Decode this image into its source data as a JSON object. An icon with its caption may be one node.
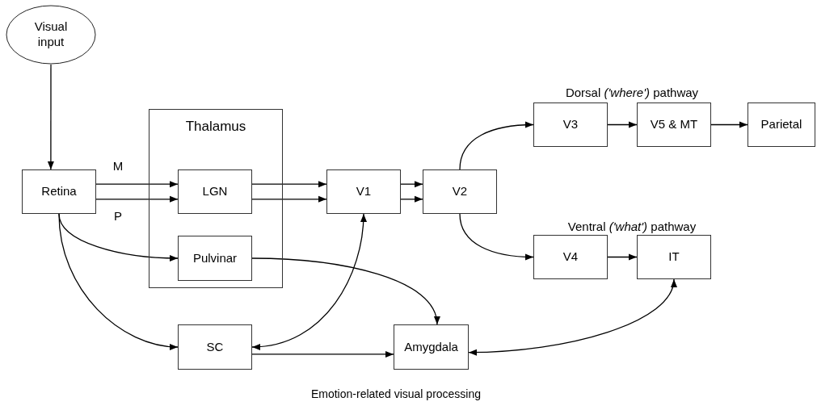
{
  "diagram": {
    "caption": "Emotion-related visual processing",
    "nodes": [
      {
        "text": [
          "Visual input"
        ]
      },
      {
        "text": [
          "Thalamus"
        ]
      },
      {
        "text": [
          "Retina"
        ]
      },
      {
        "text": [
          "LGN"
        ],
        "in": 1
      },
      {
        "text": [
          "Pulvinar"
        ],
        "in": 1
      },
      {
        "text": [
          "V1"
        ]
      },
      {
        "text": [
          "V2"
        ]
      },
      {
        "text": [
          "V3"
        ]
      },
      {
        "text": [
          "V5 & MT"
        ]
      },
      {
        "text": [
          "Parietal"
        ]
      },
      {
        "text": [
          "V4"
        ]
      },
      {
        "text": [
          "IT"
        ]
      },
      {
        "text": [
          "SC"
        ]
      },
      {
        "text": [
          "Amygdala"
        ]
      }
    ],
    "edges": [
      {
        "from": 0,
        "to": 2,
        "arrow": "to"
      },
      {
        "from": 2,
        "to": 3,
        "arrow": "to",
        "label": "M"
      },
      {
        "from": 2,
        "to": 3,
        "arrow": "to",
        "label": "P"
      },
      {
        "from": 3,
        "to": 5,
        "arrow": "to"
      },
      {
        "from": 3,
        "to": 5,
        "arrow": "to"
      },
      {
        "from": 5,
        "to": 6,
        "arrow": "to"
      },
      {
        "from": 5,
        "to": 6,
        "arrow": "to"
      },
      {
        "from": 6,
        "to": 7,
        "arrow": "to"
      },
      {
        "from": 6,
        "to": 10,
        "arrow": "to"
      },
      {
        "from": 7,
        "to": 8,
        "arrow": "to"
      },
      {
        "from": 8,
        "to": 9,
        "arrow": "to"
      },
      {
        "from": 10,
        "to": 11,
        "arrow": "to"
      },
      {
        "from": 2,
        "to": 4,
        "arrow": "to"
      },
      {
        "from": 2,
        "to": 12,
        "arrow": "to"
      },
      {
        "from": 4,
        "to": 13,
        "arrow": "to"
      },
      {
        "from": 12,
        "to": 5,
        "arrow": "both"
      },
      {
        "from": 12,
        "to": 13,
        "arrow": "to"
      },
      {
        "from": 13,
        "to": 11,
        "arrow": "both"
      }
    ],
    "labels": [
      "Dorsal *('where')* pathway",
      "Ventral *('what')* pathway"
    ]
  }
}
